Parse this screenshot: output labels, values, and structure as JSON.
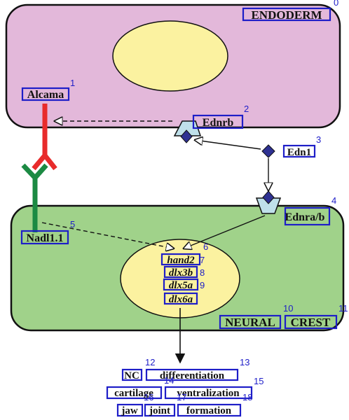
{
  "colors": {
    "endoderm_fill": "#e3b8da",
    "neural_crest_fill": "#a0d28a",
    "nucleus_fill": "#fbf2a0",
    "alcama_red": "#e82b2b",
    "nadl_green": "#1c8a43",
    "receptor_blue": "#bfe0ea",
    "ligand_navy": "#2e3192",
    "annotation_blue": "#1e1ec8"
  },
  "cells": {
    "endoderm": {
      "label": "ENDODERM",
      "index": "0"
    },
    "neural_crest": {
      "label_1": "NEURAL",
      "label_2": "CREST",
      "index_1": "10",
      "index_2": "11"
    }
  },
  "molecules": {
    "alcama": {
      "label": "Alcama",
      "index": "1"
    },
    "ednrb": {
      "label": "Ednrb",
      "index": "2"
    },
    "edn": {
      "label": "Edn1",
      "index": "3"
    },
    "ednra": {
      "label": "Ednra/b",
      "index": "4"
    },
    "nadl": {
      "label": "Nadl1.1",
      "index": "5"
    }
  },
  "genes": {
    "index": "6",
    "items": [
      {
        "label": "hand2",
        "index": "7"
      },
      {
        "label": "dlx3b",
        "index": "8"
      },
      {
        "label": "dlx5a",
        "index": "9"
      },
      {
        "label": "dlx6a",
        "index": ""
      }
    ]
  },
  "outcomes": {
    "line1": [
      {
        "label": "NC",
        "index": "12"
      },
      {
        "label": "differentiation",
        "index": "13"
      }
    ],
    "line2": [
      {
        "label": "cartilage",
        "index": "14"
      },
      {
        "label": "ventralization",
        "index": "15"
      }
    ],
    "line3": [
      {
        "label": "jaw",
        "index": "16"
      },
      {
        "label": "joint",
        "index": "17"
      },
      {
        "label": "formation",
        "index": "18"
      }
    ]
  }
}
